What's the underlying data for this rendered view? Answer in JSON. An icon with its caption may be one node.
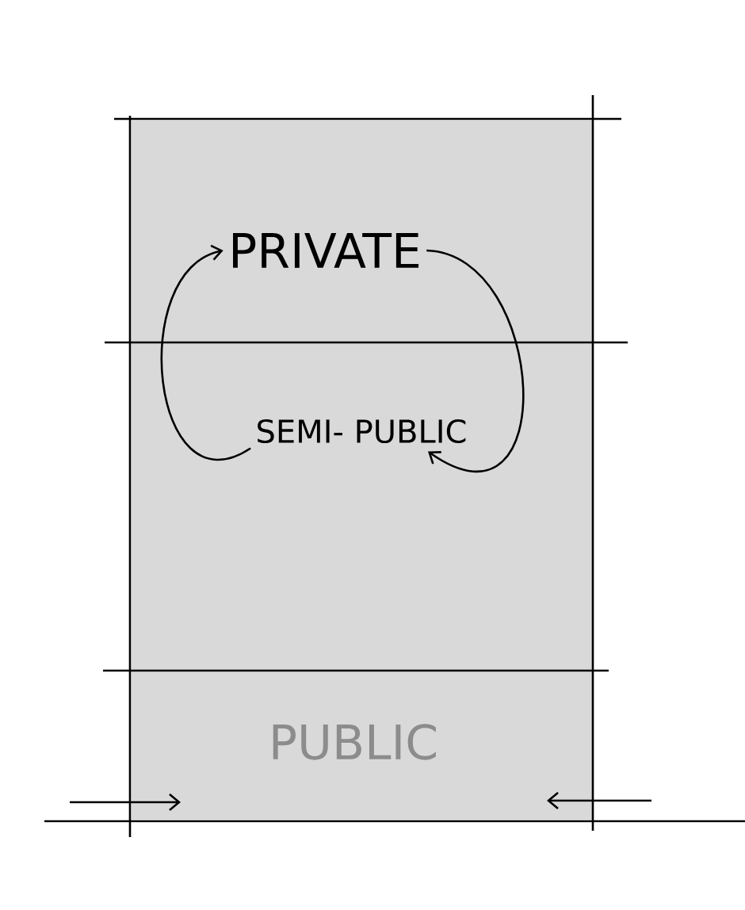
{
  "diagram": {
    "nodes": [
      {
        "text": [
          "PRIVATE"
        ]
      },
      {
        "text": [
          "SEMI- PUBLIC"
        ]
      },
      {
        "text": [
          "PUBLIC"
        ]
      }
    ],
    "edges": [
      {
        "from": 1,
        "to": 0,
        "arrow": "to"
      },
      {
        "from": 0,
        "to": 1,
        "arrow": "to"
      }
    ]
  }
}
